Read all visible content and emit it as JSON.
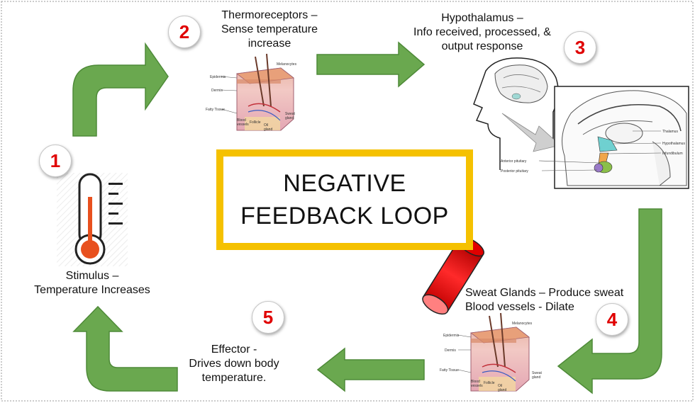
{
  "title": {
    "line1": "NEGATIVE",
    "line2": "FEEDBACK LOOP"
  },
  "steps": [
    {
      "number": "1",
      "label": "Stimulus –\nTemperature Increases"
    },
    {
      "number": "2",
      "label": "Thermoreceptors –\nSense temperature\nincrease"
    },
    {
      "number": "3",
      "label": "Hypothalamus –\nInfo received, processed, &\noutput response"
    },
    {
      "number": "4",
      "label": "Sweat Glands – Produce sweat\nBlood vessels  - Dilate"
    },
    {
      "number": "5",
      "label": "Effector -\nDrives down body\ntemperature."
    }
  ],
  "skin_labels": [
    "Epidermis",
    "Dermis",
    "Fatty Tissue",
    "Blood vessels",
    "Follicle",
    "Oil gland",
    "Sweat gland",
    "Melanocytes"
  ],
  "brain_labels": [
    "Thalamus",
    "Hypothalamus",
    "Infundibulum",
    "Anterior pituitary",
    "Posterior pituitary"
  ],
  "colors": {
    "arrow": "#6aa84f",
    "arrow_stroke": "#4e8a38",
    "number": "#e00000",
    "title_border": "#f5c100",
    "thermo_red": "#e8501e"
  }
}
